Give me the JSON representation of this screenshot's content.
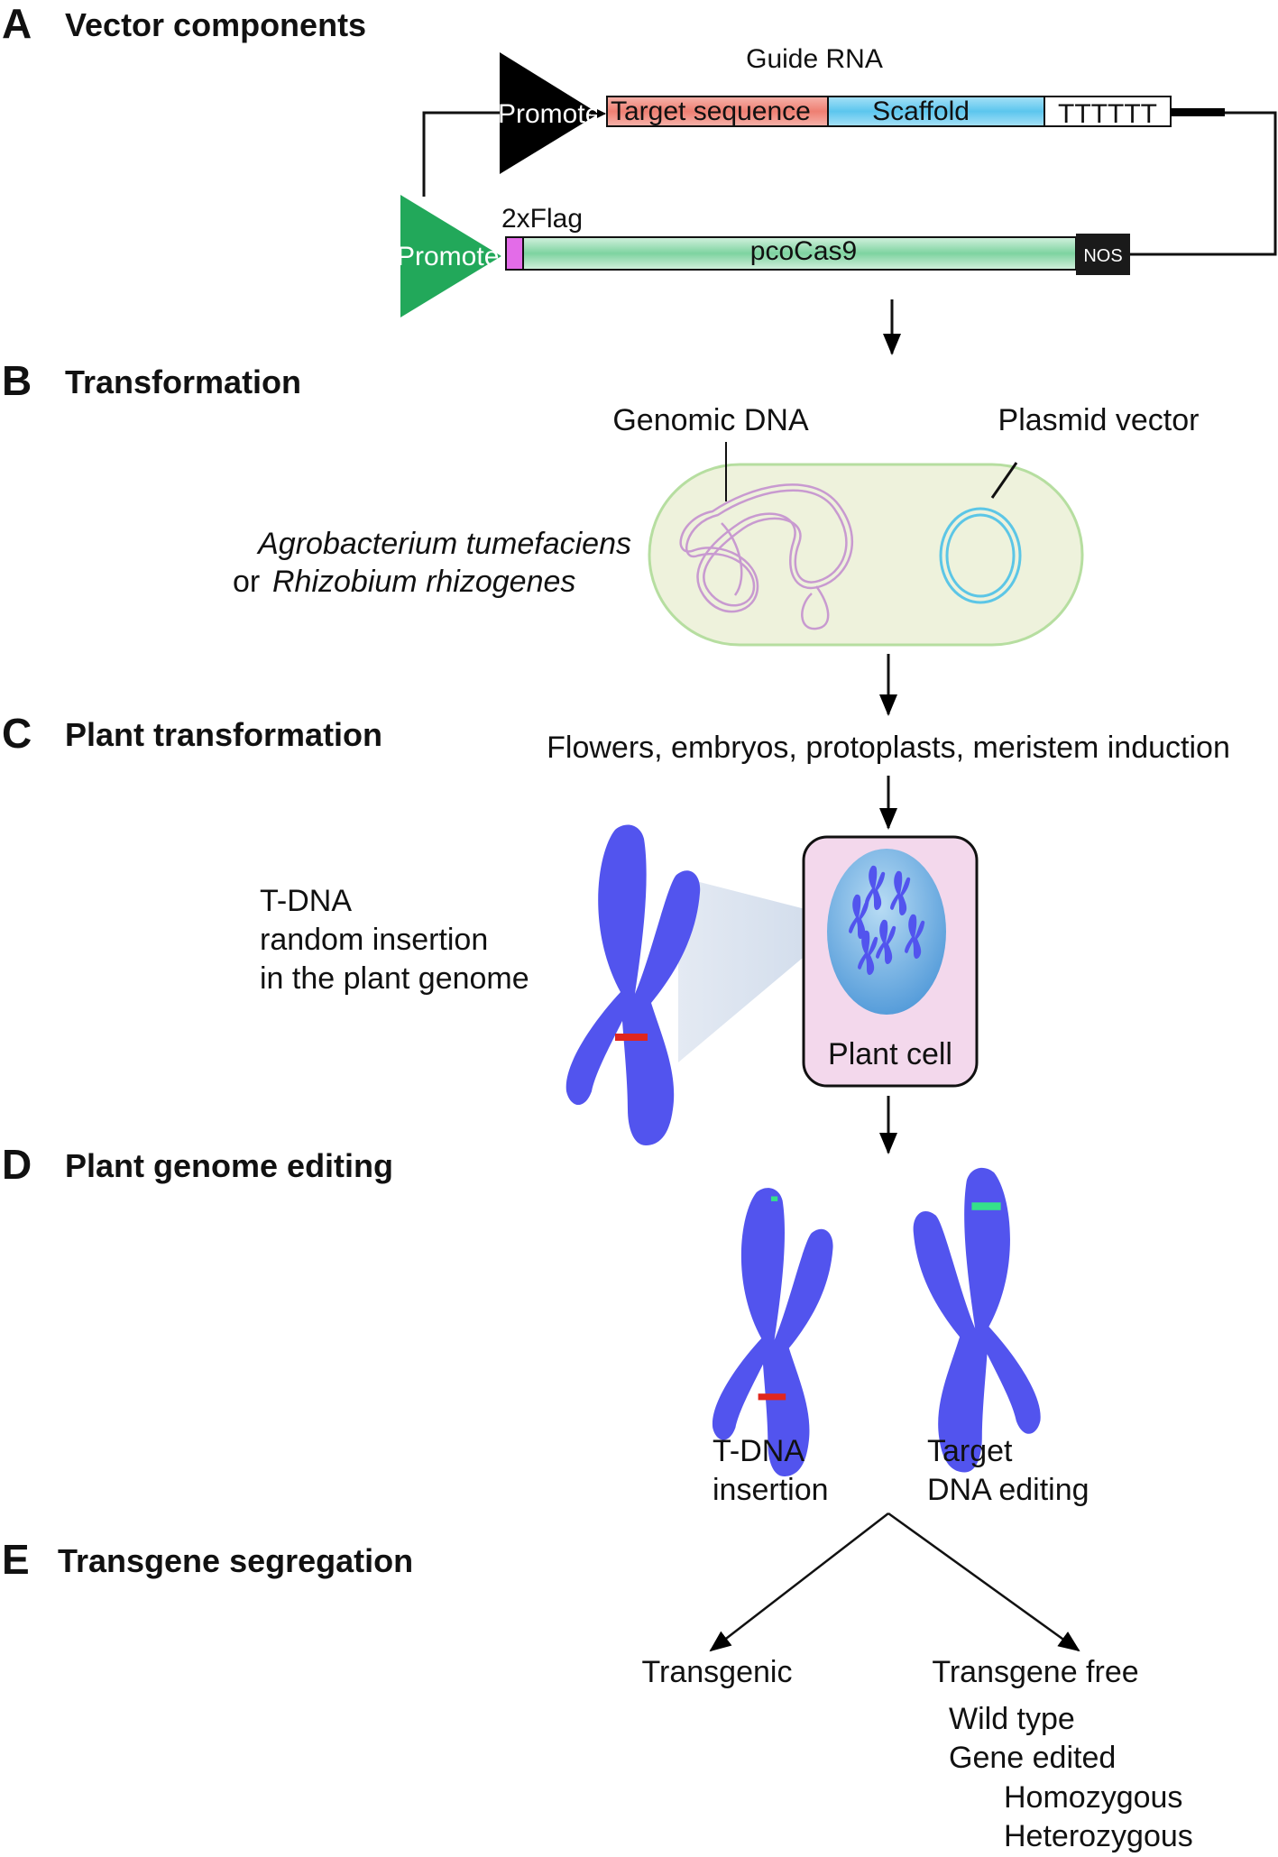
{
  "colors": {
    "promoter_black": "#000000",
    "promoter_green": "#22a85a",
    "target_sequence": "#ee7f72",
    "scaffold": "#5cc6ee",
    "cas9": "#8fd8ab",
    "flag": "#e36ce8",
    "bacterium_fill": "#eef2dc",
    "bacterium_stroke": "#b6dea0",
    "genomic_dna": "#c89ad0",
    "plasmid": "#5cc6e6",
    "chromosome": "#5254ee",
    "tdna_mark": "#e0261d",
    "edit_mark": "#35e08a",
    "plant_cell": "#f3d8ec",
    "nucleus": "#5aa8e3"
  },
  "sections": {
    "a": {
      "letter": "A",
      "title": "Vector components"
    },
    "b": {
      "letter": "B",
      "title": "Transformation"
    },
    "c": {
      "letter": "C",
      "title": "Plant transformation"
    },
    "d": {
      "letter": "D",
      "title": "Plant genome editing"
    },
    "e": {
      "letter": "E",
      "title": "Transgene segregation"
    }
  },
  "vector": {
    "guide_rna": "Guide RNA",
    "promoter_top": "Promoter",
    "target_sequence": "Target sequence",
    "scaffold": "Scaffold",
    "terminator": "TTTTTT",
    "flag": "2xFlag",
    "promoter_bottom": "Promoter",
    "cas9": "pcoCas9",
    "nos": "NOS"
  },
  "transformation": {
    "genomic_dna": "Genomic DNA",
    "plasmid_vector": "Plasmid vector",
    "host_line1": "Agrobacterium tumefaciens",
    "host_or": "or",
    "host_line2": "Rhizobium rhizogenes"
  },
  "plant_transformation": {
    "methods": "Flowers, embryos, protoplasts, meristem induction",
    "tdna_line1": "T-DNA",
    "tdna_line2": "random insertion",
    "tdna_line3": "in the plant genome",
    "plant_cell": "Plant cell"
  },
  "editing": {
    "left_line1": "T-DNA",
    "left_line2": "insertion",
    "right_line1": "Target",
    "right_line2": "DNA editing"
  },
  "segregation": {
    "transgenic": "Transgenic",
    "transgene_free": "Transgene free",
    "wild_type": "Wild type",
    "gene_edited": "Gene edited",
    "homozygous": "Homozygous",
    "heterozygous": "Heterozygous"
  }
}
